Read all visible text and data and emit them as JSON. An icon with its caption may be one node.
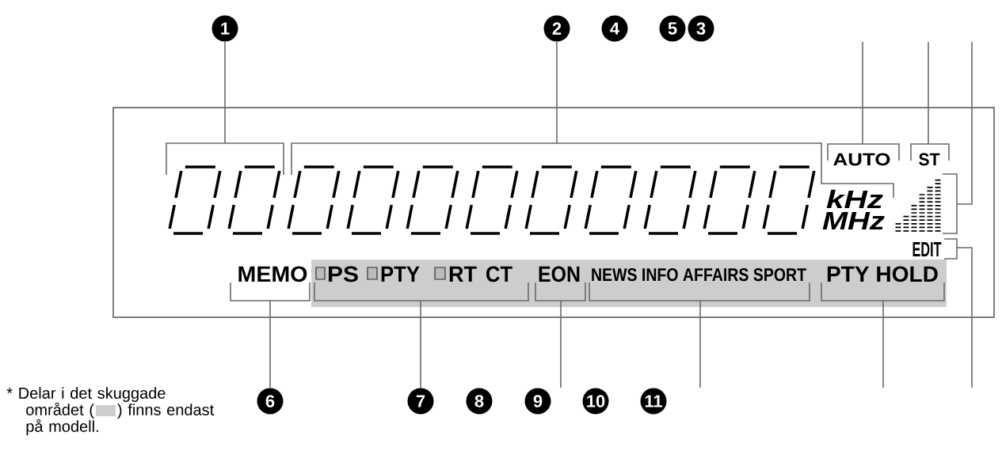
{
  "diagram": {
    "nodes": [
      {
        "text": [
          "1"
        ]
      },
      {
        "text": [
          "2"
        ]
      },
      {
        "text": [
          "4"
        ]
      },
      {
        "text": [
          "5"
        ]
      },
      {
        "text": [
          "3"
        ]
      },
      {
        "text": [],
        "shape": "box"
      },
      {
        "text": [],
        "shape": "picture",
        "in": 5
      },
      {
        "text": [],
        "shape": "picture",
        "in": 5
      },
      {
        "text": [
          "AUTO"
        ],
        "in": 5
      },
      {
        "text": [
          "ST"
        ],
        "in": 5
      },
      {
        "text": [],
        "shape": "picture",
        "in": 5
      },
      {
        "text": [
          "EDIT"
        ],
        "in": 5
      },
      {
        "text": [
          "MEMO"
        ],
        "in": 5
      },
      {
        "text": [],
        "shape": "box",
        "in": 5
      },
      {
        "text": [
          "PS",
          "PTY",
          "RT",
          "CT"
        ],
        "in": 13
      },
      {
        "text": [
          "EON"
        ],
        "in": 13
      },
      {
        "text": [
          "NEWS INFO AFFAIRS SPORT"
        ],
        "in": 13
      },
      {
        "text": [
          "PTY HOLD"
        ],
        "in": 13
      },
      {
        "text": [
          "6"
        ]
      },
      {
        "text": [
          "7"
        ]
      },
      {
        "text": [
          "8"
        ]
      },
      {
        "text": [
          "9"
        ]
      },
      {
        "text": [
          "10"
        ]
      },
      {
        "text": [
          "11"
        ]
      }
    ],
    "edges": [
      {
        "from": 0,
        "to": 6,
        "arrow": "none"
      },
      {
        "from": 1,
        "to": 7,
        "arrow": "none"
      },
      {
        "from": null,
        "to": 8,
        "arrow": "none"
      },
      {
        "from": null,
        "to": 9,
        "arrow": "none"
      },
      {
        "from": null,
        "to": 10,
        "arrow": "none"
      },
      {
        "from": null,
        "to": 11,
        "arrow": "none"
      },
      {
        "from": 18,
        "to": 12,
        "arrow": "none"
      },
      {
        "from": 19,
        "to": 14,
        "arrow": "none"
      },
      {
        "from": null,
        "to": 15,
        "arrow": "none"
      },
      {
        "from": null,
        "to": 16,
        "arrow": "none"
      },
      {
        "from": null,
        "to": 17,
        "arrow": "none"
      }
    ],
    "labels": [
      "kHz",
      "MHz",
      "* Delar i det skuggade området ( ) finns endast på modell."
    ]
  }
}
